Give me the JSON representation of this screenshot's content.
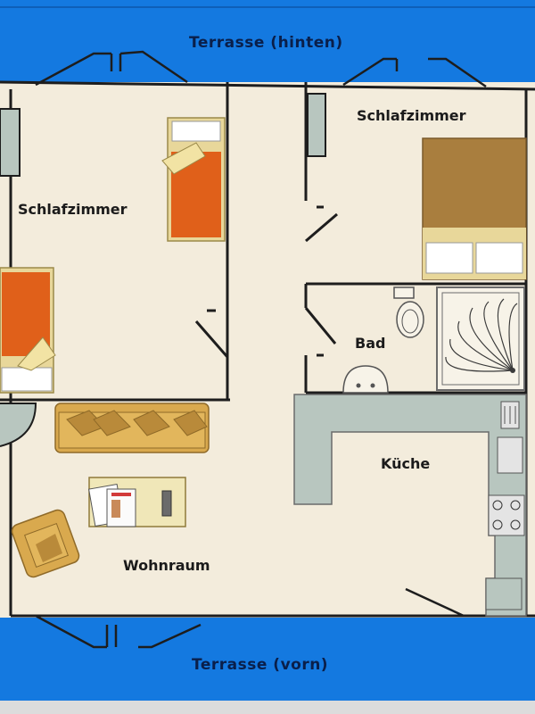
{
  "terraces": {
    "back": "Terrasse (hinten)",
    "front": "Terrasse (vorn)"
  },
  "rooms": {
    "bedroom_left": "Schlafzimmer",
    "bedroom_right": "Schlafzimmer",
    "bathroom": "Bad",
    "kitchen": "Küche",
    "living_room": "Wohnraum"
  },
  "colors": {
    "terrace": "#1479e0",
    "floor": "#f3ecdc",
    "wall": "#1d1d1d",
    "counter": "#b8c6bf",
    "bed_blanket": "#e0601a",
    "double_bed": "#a97e3e",
    "sofa": "#d9a94e"
  }
}
